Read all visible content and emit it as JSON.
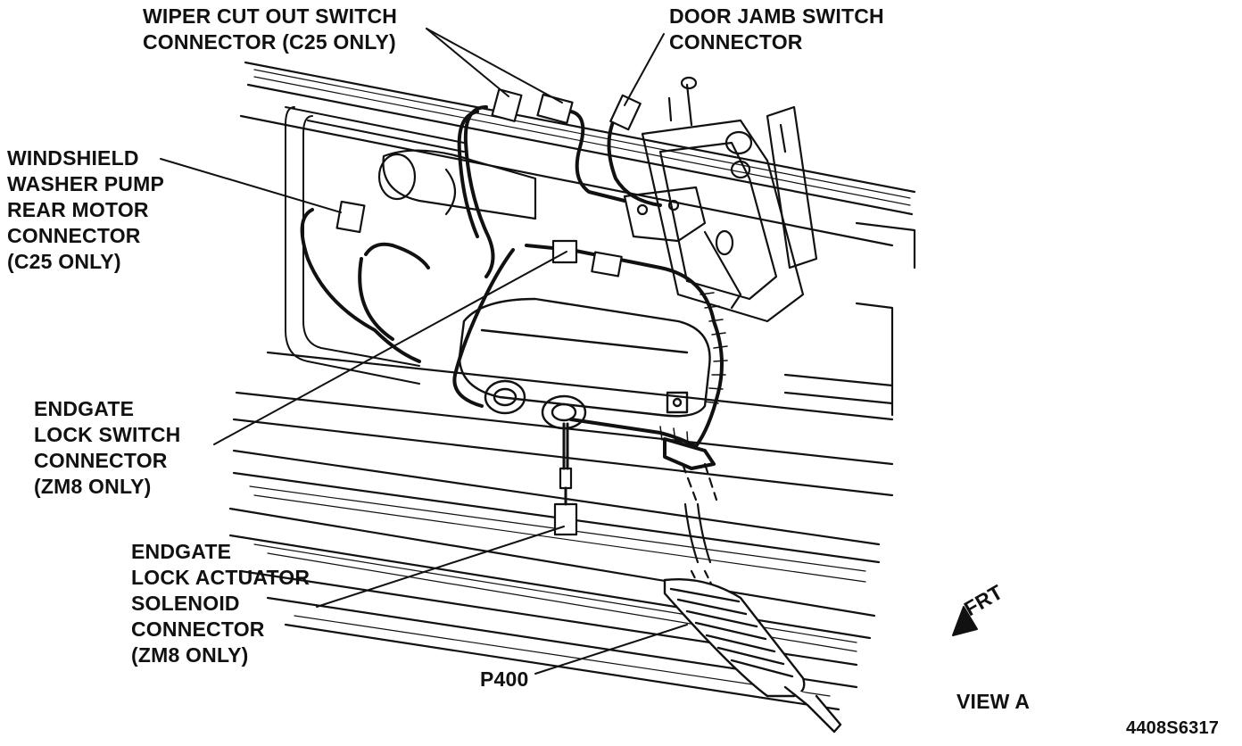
{
  "callouts": {
    "wiper_cut_out": {
      "lines": [
        "WIPER CUT OUT SWITCH",
        "CONNECTOR (C25 ONLY)"
      ]
    },
    "door_jamb": {
      "lines": [
        "DOOR JAMB SWITCH",
        "CONNECTOR"
      ]
    },
    "washer_pump": {
      "lines": [
        "WINDSHIELD",
        "WASHER PUMP",
        "REAR MOTOR",
        "CONNECTOR",
        "(C25 ONLY)"
      ]
    },
    "lock_switch": {
      "lines": [
        "ENDGATE",
        "LOCK SWITCH",
        "CONNECTOR",
        "(ZM8 ONLY)"
      ]
    },
    "lock_actuator": {
      "lines": [
        "ENDGATE",
        "LOCK ACTUATOR",
        "SOLENOID",
        "CONNECTOR",
        "(ZM8 ONLY)"
      ]
    },
    "p400": {
      "text": "P400"
    }
  },
  "orientation": {
    "text": "FRT"
  },
  "view": {
    "text": "VIEW A"
  },
  "figure_id": {
    "text": "4408S6317"
  },
  "colors": {
    "ink": "#111111",
    "background": "#ffffff"
  }
}
